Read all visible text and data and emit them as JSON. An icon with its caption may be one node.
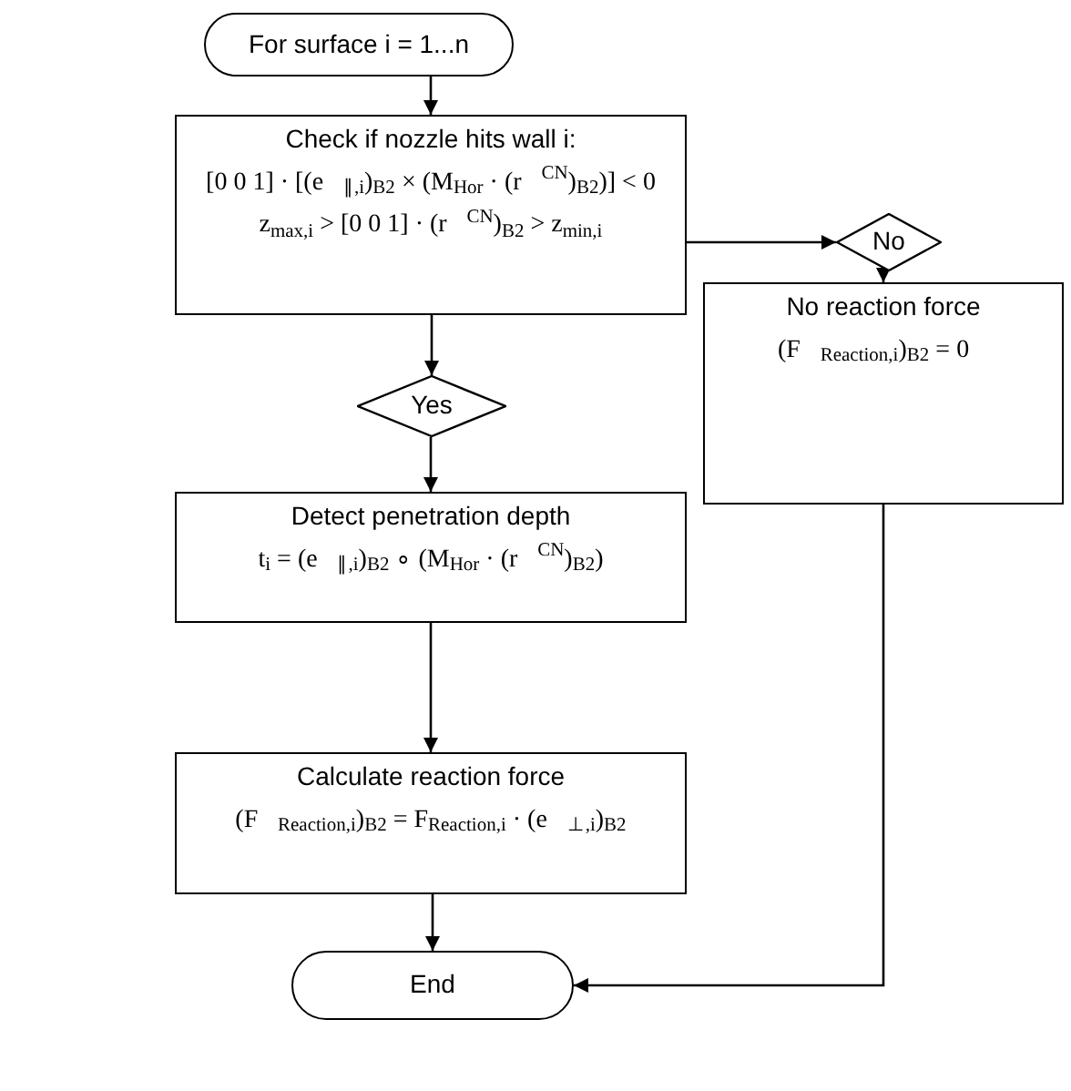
{
  "diagram": {
    "nodes": [
      {
        "text": [
          "For surface i = 1...n"
        ]
      },
      {
        "text": [
          "Check if nozzle hits wall i:",
          "[0 0 1] · [(e⃗$_{∥,i}$)$_{B2}$ × (M$_{Hor}$ · (r⃗$^{CN}$)$_{B2}$)] < 0",
          "z$_{max,i}$ > [0 0 1] · (r⃗$^{CN}$)$_{B2}$ > z$_{min,i}$"
        ]
      },
      {
        "text": [
          "No"
        ]
      },
      {
        "text": [
          "No reaction force",
          "(F⃗$_{Reaction,i}$)$_{B2}$ = 0⃗"
        ]
      },
      {
        "text": [
          "Yes"
        ]
      },
      {
        "text": [
          "Detect penetration depth",
          "t$_{i}$ = (e⃗$_{∥,i}$)$_{B2}$ ∘ (M$_{Hor}$ · (r⃗$^{CN}$)$_{B2}$)"
        ]
      },
      {
        "text": [
          "Calculate reaction force",
          "(F⃗$_{Reaction,i}$)$_{B2}$ = F$_{Reaction,i}$ · (e⃗$_{⊥,i}$)$_{B2}$"
        ]
      },
      {
        "text": [
          "End"
        ]
      }
    ],
    "edges": [
      {
        "from": 0,
        "to": 1,
        "arrow": "to"
      },
      {
        "from": 1,
        "to": 2,
        "arrow": "to"
      },
      {
        "from": 2,
        "to": 3,
        "arrow": "to"
      },
      {
        "from": 1,
        "to": 4,
        "arrow": "to"
      },
      {
        "from": 4,
        "to": 5,
        "arrow": "to"
      },
      {
        "from": 5,
        "to": 6,
        "arrow": "to"
      },
      {
        "from": 6,
        "to": 7,
        "arrow": "to"
      },
      {
        "from": 3,
        "to": 7,
        "arrow": "to"
      }
    ]
  }
}
